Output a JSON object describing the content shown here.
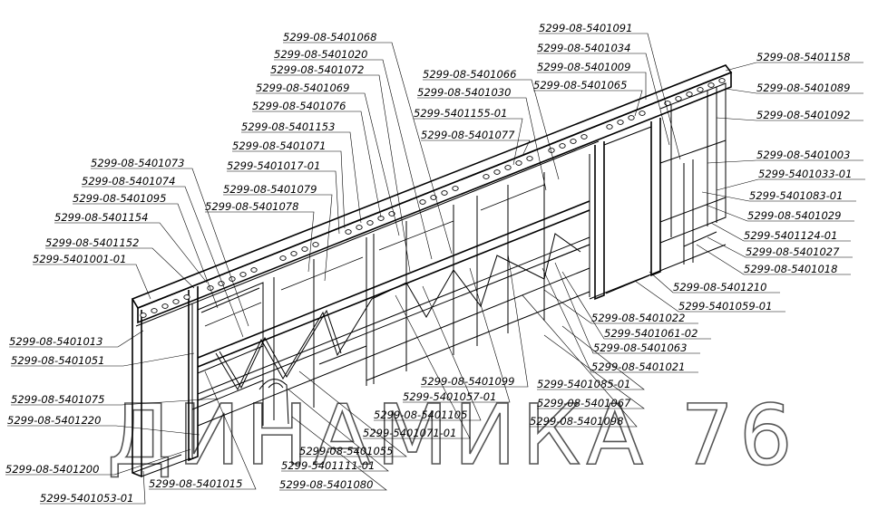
{
  "watermark": "ДИНАМИКА 76",
  "diagram": {
    "left_labels": [
      "5299-08-5401073",
      "5299-08-5401074",
      "5299-08-5401095",
      "5299-08-5401154",
      "5299-08-5401152",
      "5299-5401001-01",
      "5299-08-5401013",
      "5299-08-5401051",
      "5299-08-5401075",
      "5299-08-5401220",
      "5299-08-5401200",
      "5299-5401053-01",
      "5299-08-5401015"
    ],
    "top_center_labels": [
      "5299-08-5401068",
      "5299-08-5401020",
      "5299-08-5401072",
      "5299-08-5401069",
      "5299-08-5401076",
      "5299-08-5401153",
      "5299-08-5401071",
      "5299-5401017-01",
      "5299-08-5401079",
      "5299-08-5401078"
    ],
    "top_mid_labels": [
      "5299-08-5401066",
      "5299-08-5401030",
      "5299-5401155-01",
      "5299-08-5401077"
    ],
    "top_right_labels": [
      "5299-08-5401091",
      "5299-08-5401034",
      "5299-08-5401009",
      "5299-08-5401065"
    ],
    "right_labels": [
      "5299-08-5401158",
      "5299-08-5401089",
      "5299-08-5401092",
      "5299-08-5401003",
      "5299-5401033-01",
      "5299-5401083-01",
      "5299-08-5401029",
      "5299-5401124-01",
      "5299-08-5401027",
      "5299-08-5401018",
      "5299-08-5401210",
      "5299-5401059-01",
      "5299-08-5401022",
      "5299-5401061-02",
      "5299-08-5401063",
      "5299-08-5401021"
    ],
    "bottom_labels": [
      "5299-08-5401099",
      "5299-5401057-01",
      "5299-08-5401105",
      "5299-5401071-01",
      "5299-08-5401055",
      "5299-5401111-01",
      "5299-08-5401080",
      "5299-5401085-01",
      "5299-08-5401067",
      "5299-08-5401098"
    ]
  }
}
